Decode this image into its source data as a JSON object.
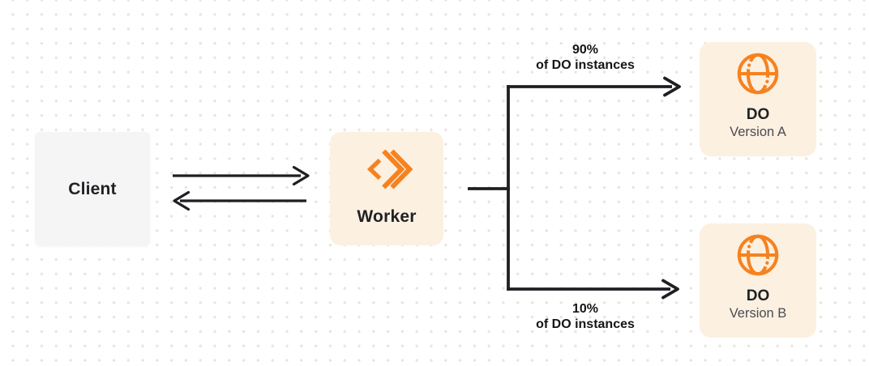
{
  "diagram": {
    "nodes": {
      "client": {
        "label": "Client"
      },
      "worker": {
        "label": "Worker",
        "icon": "cloudflare-workers-icon"
      },
      "do_version_a": {
        "label": "DO",
        "sublabel": "Version A",
        "icon": "durable-object-globe-icon"
      },
      "do_version_b": {
        "label": "DO",
        "sublabel": "Version B",
        "icon": "durable-object-globe-icon"
      }
    },
    "edges": {
      "client_worker": {
        "from": "client",
        "to": "worker",
        "type": "bidirectional-arrows"
      },
      "worker_do_a": {
        "from": "worker",
        "to": "do_version_a",
        "percent": "90%",
        "caption": "of DO instances"
      },
      "worker_do_b": {
        "from": "worker",
        "to": "do_version_b",
        "percent": "10%",
        "caption": "of DO instances"
      }
    },
    "colors": {
      "accent_orange": "#F6821F",
      "node_cream_bg": "#FCF0E1",
      "node_gray_bg": "#F5F5F6",
      "arrow_dark": "#1E1F22",
      "text_dark": "#1F2124",
      "text_gray": "#4B4B52",
      "grid_dot": "#E7E4E0",
      "background": "#FFFFFF"
    }
  }
}
